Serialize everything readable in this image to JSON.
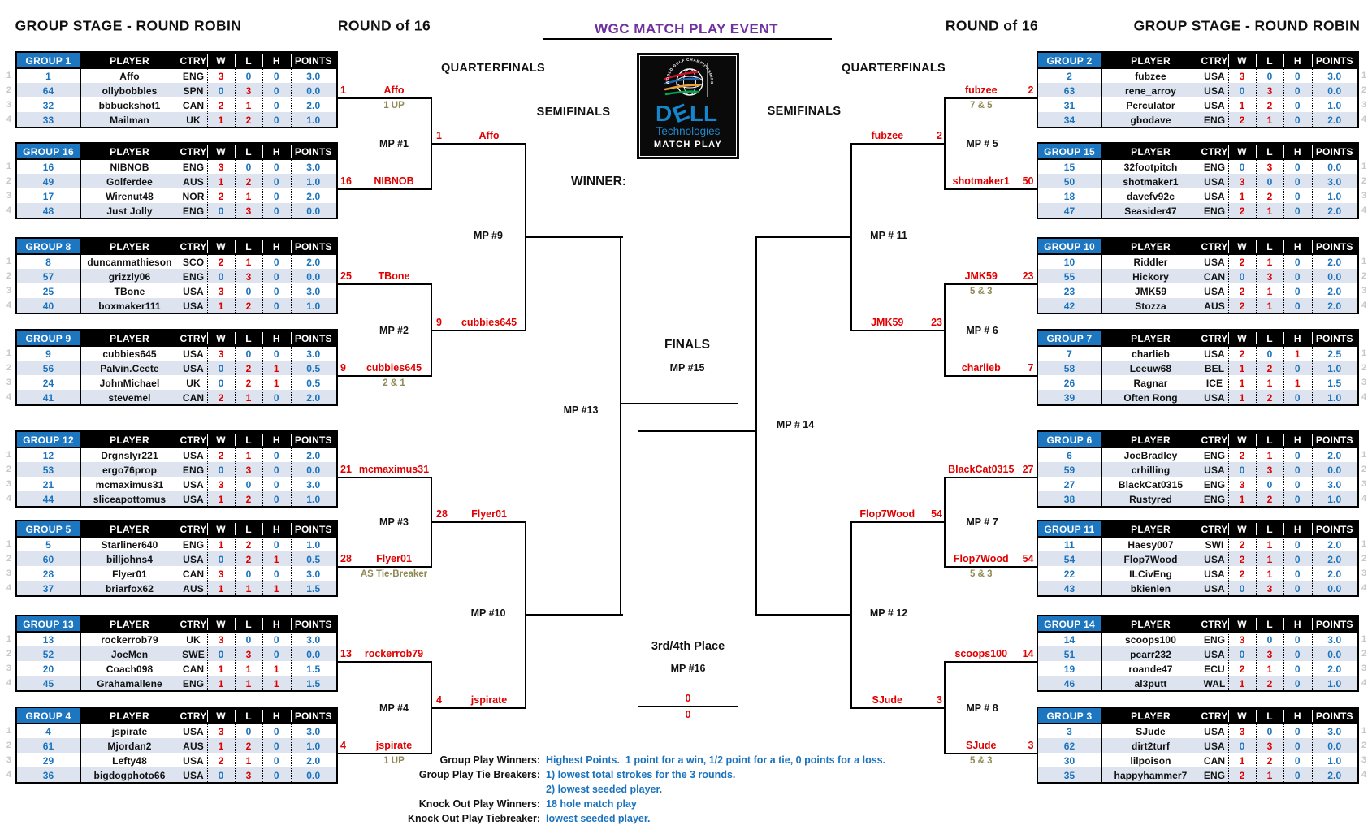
{
  "header": {
    "left_group_title": "GROUP STAGE - ROUND ROBIN",
    "left_round16": "ROUND of 16",
    "event_title": "WGC MATCH PLAY EVENT",
    "right_round16": "ROUND of 16",
    "right_group_title": "GROUP STAGE - ROUND ROBIN",
    "quarterfinals_left": "QUARTERFINALS",
    "quarterfinals_right": "QUARTERFINALS",
    "semifinals_left": "SEMIFINALS",
    "semifinals_right": "SEMIFINALS",
    "winner_label": "WINNER:"
  },
  "logo": {
    "arc_text": "WORLD GOLF CHAMPIONSHIPS",
    "dell": "DELL",
    "technologies": "Technologies",
    "match_play": "MATCH PLAY"
  },
  "table_headers": {
    "player": "PLAYER",
    "ctry": "CTRY",
    "w": "W",
    "l": "L",
    "h": "H",
    "points": "POINTS"
  },
  "rank_numbers": [
    "1",
    "2",
    "3",
    "4"
  ],
  "groups": [
    {
      "name": "GROUP 1",
      "side": "left",
      "slot": 0,
      "rows": [
        {
          "seed": "1",
          "player": "Affo",
          "ctry": "ENG",
          "w": "3",
          "l": "0",
          "h": "0",
          "points": "3.0"
        },
        {
          "seed": "64",
          "player": "ollybobbles",
          "ctry": "SPN",
          "w": "0",
          "l": "3",
          "h": "0",
          "points": "0.0"
        },
        {
          "seed": "32",
          "player": "bbbuckshot1",
          "ctry": "CAN",
          "w": "2",
          "l": "1",
          "h": "0",
          "points": "2.0"
        },
        {
          "seed": "33",
          "player": "Mailman",
          "ctry": "UK",
          "w": "1",
          "l": "2",
          "h": "0",
          "points": "1.0"
        }
      ]
    },
    {
      "name": "GROUP 16",
      "side": "left",
      "slot": 1,
      "rows": [
        {
          "seed": "16",
          "player": "NIBNOB",
          "ctry": "ENG",
          "w": "3",
          "l": "0",
          "h": "0",
          "points": "3.0"
        },
        {
          "seed": "49",
          "player": "Golferdee",
          "ctry": "AUS",
          "w": "1",
          "l": "2",
          "h": "0",
          "points": "1.0"
        },
        {
          "seed": "17",
          "player": "Wirenut48",
          "ctry": "NOR",
          "w": "2",
          "l": "1",
          "h": "0",
          "points": "2.0"
        },
        {
          "seed": "48",
          "player": "Just Jolly",
          "ctry": "ENG",
          "w": "0",
          "l": "3",
          "h": "0",
          "points": "0.0"
        }
      ]
    },
    {
      "name": "GROUP 8",
      "side": "left",
      "slot": 2,
      "rows": [
        {
          "seed": "8",
          "player": "duncanmathieson",
          "ctry": "SCO",
          "w": "2",
          "l": "1",
          "h": "0",
          "points": "2.0"
        },
        {
          "seed": "57",
          "player": "grizzly06",
          "ctry": "ENG",
          "w": "0",
          "l": "3",
          "h": "0",
          "points": "0.0"
        },
        {
          "seed": "25",
          "player": "TBone",
          "ctry": "USA",
          "w": "3",
          "l": "0",
          "h": "0",
          "points": "3.0"
        },
        {
          "seed": "40",
          "player": "boxmaker111",
          "ctry": "USA",
          "w": "1",
          "l": "2",
          "h": "0",
          "points": "1.0"
        }
      ]
    },
    {
      "name": "GROUP 9",
      "side": "left",
      "slot": 3,
      "rows": [
        {
          "seed": "9",
          "player": "cubbies645",
          "ctry": "USA",
          "w": "3",
          "l": "0",
          "h": "0",
          "points": "3.0"
        },
        {
          "seed": "56",
          "player": "Palvin.Ceete",
          "ctry": "USA",
          "w": "0",
          "l": "2",
          "h": "1",
          "points": "0.5"
        },
        {
          "seed": "24",
          "player": "JohnMichael",
          "ctry": "UK",
          "w": "0",
          "l": "2",
          "h": "1",
          "points": "0.5"
        },
        {
          "seed": "41",
          "player": "stevemel",
          "ctry": "CAN",
          "w": "2",
          "l": "1",
          "h": "0",
          "points": "2.0"
        }
      ]
    },
    {
      "name": "GROUP 12",
      "side": "left",
      "slot": 4,
      "rows": [
        {
          "seed": "12",
          "player": "Drgnslyr221",
          "ctry": "USA",
          "w": "2",
          "l": "1",
          "h": "0",
          "points": "2.0"
        },
        {
          "seed": "53",
          "player": "ergo76prop",
          "ctry": "ENG",
          "w": "0",
          "l": "3",
          "h": "0",
          "points": "0.0"
        },
        {
          "seed": "21",
          "player": "mcmaximus31",
          "ctry": "USA",
          "w": "3",
          "l": "0",
          "h": "0",
          "points": "3.0"
        },
        {
          "seed": "44",
          "player": "sliceapottomus",
          "ctry": "USA",
          "w": "1",
          "l": "2",
          "h": "0",
          "points": "1.0"
        }
      ]
    },
    {
      "name": "GROUP 5",
      "side": "left",
      "slot": 5,
      "rows": [
        {
          "seed": "5",
          "player": "Starliner640",
          "ctry": "ENG",
          "w": "1",
          "l": "2",
          "h": "0",
          "points": "1.0"
        },
        {
          "seed": "60",
          "player": "billjohns4",
          "ctry": "USA",
          "w": "0",
          "l": "2",
          "h": "1",
          "points": "0.5"
        },
        {
          "seed": "28",
          "player": "Flyer01",
          "ctry": "CAN",
          "w": "3",
          "l": "0",
          "h": "0",
          "points": "3.0"
        },
        {
          "seed": "37",
          "player": "briarfox62",
          "ctry": "AUS",
          "w": "1",
          "l": "1",
          "h": "1",
          "points": "1.5"
        }
      ]
    },
    {
      "name": "GROUP 13",
      "side": "left",
      "slot": 6,
      "rows": [
        {
          "seed": "13",
          "player": "rockerrob79",
          "ctry": "UK",
          "w": "3",
          "l": "0",
          "h": "0",
          "points": "3.0"
        },
        {
          "seed": "52",
          "player": "JoeMen",
          "ctry": "SWE",
          "w": "0",
          "l": "3",
          "h": "0",
          "points": "0.0"
        },
        {
          "seed": "20",
          "player": "Coach098",
          "ctry": "CAN",
          "w": "1",
          "l": "1",
          "h": "1",
          "points": "1.5"
        },
        {
          "seed": "45",
          "player": "Grahamallene",
          "ctry": "ENG",
          "w": "1",
          "l": "1",
          "h": "1",
          "points": "1.5"
        }
      ]
    },
    {
      "name": "GROUP 4",
      "side": "left",
      "slot": 7,
      "rows": [
        {
          "seed": "4",
          "player": "jspirate",
          "ctry": "USA",
          "w": "3",
          "l": "0",
          "h": "0",
          "points": "3.0"
        },
        {
          "seed": "61",
          "player": "Mjordan2",
          "ctry": "AUS",
          "w": "1",
          "l": "2",
          "h": "0",
          "points": "1.0"
        },
        {
          "seed": "29",
          "player": "Lefty48",
          "ctry": "USA",
          "w": "2",
          "l": "1",
          "h": "0",
          "points": "2.0"
        },
        {
          "seed": "36",
          "player": "bigdogphoto66",
          "ctry": "USA",
          "w": "0",
          "l": "3",
          "h": "0",
          "points": "0.0"
        }
      ]
    },
    {
      "name": "GROUP 2",
      "side": "right",
      "slot": 0,
      "rows": [
        {
          "seed": "2",
          "player": "fubzee",
          "ctry": "USA",
          "w": "3",
          "l": "0",
          "h": "0",
          "points": "3.0"
        },
        {
          "seed": "63",
          "player": "rene_arroy",
          "ctry": "USA",
          "w": "0",
          "l": "3",
          "h": "0",
          "points": "0.0"
        },
        {
          "seed": "31",
          "player": "Perculator",
          "ctry": "USA",
          "w": "1",
          "l": "2",
          "h": "0",
          "points": "1.0"
        },
        {
          "seed": "34",
          "player": "gbodave",
          "ctry": "ENG",
          "w": "2",
          "l": "1",
          "h": "0",
          "points": "2.0"
        }
      ]
    },
    {
      "name": "GROUP 15",
      "side": "right",
      "slot": 1,
      "rows": [
        {
          "seed": "15",
          "player": "32footpitch",
          "ctry": "ENG",
          "w": "0",
          "l": "3",
          "h": "0",
          "points": "0.0"
        },
        {
          "seed": "50",
          "player": "shotmaker1",
          "ctry": "USA",
          "w": "3",
          "l": "0",
          "h": "0",
          "points": "3.0"
        },
        {
          "seed": "18",
          "player": "davefv92c",
          "ctry": "USA",
          "w": "1",
          "l": "2",
          "h": "0",
          "points": "1.0"
        },
        {
          "seed": "47",
          "player": "Seasider47",
          "ctry": "ENG",
          "w": "2",
          "l": "1",
          "h": "0",
          "points": "2.0"
        }
      ]
    },
    {
      "name": "GROUP 10",
      "side": "right",
      "slot": 2,
      "rows": [
        {
          "seed": "10",
          "player": "Riddler",
          "ctry": "USA",
          "w": "2",
          "l": "1",
          "h": "0",
          "points": "2.0"
        },
        {
          "seed": "55",
          "player": "Hickory",
          "ctry": "CAN",
          "w": "0",
          "l": "3",
          "h": "0",
          "points": "0.0"
        },
        {
          "seed": "23",
          "player": "JMK59",
          "ctry": "USA",
          "w": "2",
          "l": "1",
          "h": "0",
          "points": "2.0"
        },
        {
          "seed": "42",
          "player": "Stozza",
          "ctry": "AUS",
          "w": "2",
          "l": "1",
          "h": "0",
          "points": "2.0"
        }
      ]
    },
    {
      "name": "GROUP 7",
      "side": "right",
      "slot": 3,
      "rows": [
        {
          "seed": "7",
          "player": "charlieb",
          "ctry": "USA",
          "w": "2",
          "l": "0",
          "h": "1",
          "points": "2.5"
        },
        {
          "seed": "58",
          "player": "Leeuw68",
          "ctry": "BEL",
          "w": "1",
          "l": "2",
          "h": "0",
          "points": "1.0"
        },
        {
          "seed": "26",
          "player": "Ragnar",
          "ctry": "ICE",
          "w": "1",
          "l": "1",
          "h": "1",
          "points": "1.5"
        },
        {
          "seed": "39",
          "player": "Often Rong",
          "ctry": "USA",
          "w": "1",
          "l": "2",
          "h": "0",
          "points": "1.0"
        }
      ]
    },
    {
      "name": "GROUP 6",
      "side": "right",
      "slot": 4,
      "rows": [
        {
          "seed": "6",
          "player": "JoeBradley",
          "ctry": "ENG",
          "w": "2",
          "l": "1",
          "h": "0",
          "points": "2.0"
        },
        {
          "seed": "59",
          "player": "crhilling",
          "ctry": "USA",
          "w": "0",
          "l": "3",
          "h": "0",
          "points": "0.0"
        },
        {
          "seed": "27",
          "player": "BlackCat0315",
          "ctry": "ENG",
          "w": "3",
          "l": "0",
          "h": "0",
          "points": "3.0"
        },
        {
          "seed": "38",
          "player": "Rustyred",
          "ctry": "ENG",
          "w": "1",
          "l": "2",
          "h": "0",
          "points": "1.0"
        }
      ]
    },
    {
      "name": "GROUP 11",
      "side": "right",
      "slot": 5,
      "rows": [
        {
          "seed": "11",
          "player": "Haesy007",
          "ctry": "SWI",
          "w": "2",
          "l": "1",
          "h": "0",
          "points": "2.0"
        },
        {
          "seed": "54",
          "player": "Flop7Wood",
          "ctry": "USA",
          "w": "2",
          "l": "1",
          "h": "0",
          "points": "2.0"
        },
        {
          "seed": "22",
          "player": "ILCivEng",
          "ctry": "USA",
          "w": "2",
          "l": "1",
          "h": "0",
          "points": "2.0"
        },
        {
          "seed": "43",
          "player": "bkienlen",
          "ctry": "USA",
          "w": "0",
          "l": "3",
          "h": "0",
          "points": "0.0"
        }
      ]
    },
    {
      "name": "GROUP 14",
      "side": "right",
      "slot": 6,
      "rows": [
        {
          "seed": "14",
          "player": "scoops100",
          "ctry": "ENG",
          "w": "3",
          "l": "0",
          "h": "0",
          "points": "3.0"
        },
        {
          "seed": "51",
          "player": "pcarr232",
          "ctry": "USA",
          "w": "0",
          "l": "3",
          "h": "0",
          "points": "0.0"
        },
        {
          "seed": "19",
          "player": "roande47",
          "ctry": "ECU",
          "w": "2",
          "l": "1",
          "h": "0",
          "points": "2.0"
        },
        {
          "seed": "46",
          "player": "al3putt",
          "ctry": "WAL",
          "w": "1",
          "l": "2",
          "h": "0",
          "points": "1.0"
        }
      ]
    },
    {
      "name": "GROUP 3",
      "side": "right",
      "slot": 7,
      "rows": [
        {
          "seed": "3",
          "player": "SJude",
          "ctry": "USA",
          "w": "3",
          "l": "0",
          "h": "0",
          "points": "3.0"
        },
        {
          "seed": "62",
          "player": "dirt2turf",
          "ctry": "USA",
          "w": "0",
          "l": "3",
          "h": "0",
          "points": "0.0"
        },
        {
          "seed": "30",
          "player": "lilpoison",
          "ctry": "CAN",
          "w": "1",
          "l": "2",
          "h": "0",
          "points": "1.0"
        },
        {
          "seed": "35",
          "player": "happyhammer7",
          "ctry": "ENG",
          "w": "2",
          "l": "1",
          "h": "0",
          "points": "2.0"
        }
      ]
    }
  ],
  "bracket": {
    "round_of_16": [
      {
        "id": "MP #1",
        "side": "left",
        "slot": 0,
        "p1_seed": "1",
        "p1": "Affo",
        "p2_seed": "16",
        "p2": "NIBNOB",
        "winner_seed": "1",
        "winner": "Affo",
        "result": "1 UP"
      },
      {
        "id": "MP #2",
        "side": "left",
        "slot": 1,
        "p1_seed": "25",
        "p1": "TBone",
        "p2_seed": "9",
        "p2": "cubbies645",
        "winner_seed": "9",
        "winner": "cubbies645",
        "result": "2 & 1"
      },
      {
        "id": "MP #3",
        "side": "left",
        "slot": 2,
        "p1_seed": "21",
        "p1": "mcmaximus31",
        "p2_seed": "28",
        "p2": "Flyer01",
        "winner_seed": "28",
        "winner": "Flyer01",
        "result": "AS Tie-Breaker"
      },
      {
        "id": "MP #4",
        "side": "left",
        "slot": 3,
        "p1_seed": "13",
        "p1": "rockerrob79",
        "p2_seed": "4",
        "p2": "jspirate",
        "winner_seed": "4",
        "winner": "jspirate",
        "result": "1 UP"
      },
      {
        "id": "MP # 5",
        "side": "right",
        "slot": 0,
        "p1_seed": "2",
        "p1": "fubzee",
        "p2_seed": "50",
        "p2": "shotmaker1",
        "winner_seed": "2",
        "winner": "fubzee",
        "result": "7 & 5"
      },
      {
        "id": "MP # 6",
        "side": "right",
        "slot": 1,
        "p1_seed": "23",
        "p1": "JMK59",
        "p2_seed": "7",
        "p2": "charlieb",
        "winner_seed": "23",
        "winner": "JMK59",
        "result": "5 & 3"
      },
      {
        "id": "MP # 7",
        "side": "right",
        "slot": 2,
        "p1_seed": "27",
        "p1": "BlackCat0315",
        "p2_seed": "54",
        "p2": "Flop7Wood",
        "winner_seed": "54",
        "winner": "Flop7Wood",
        "result": "5 & 3"
      },
      {
        "id": "MP # 8",
        "side": "right",
        "slot": 3,
        "p1_seed": "14",
        "p1": "scoops100",
        "p2_seed": "3",
        "p2": "SJude",
        "winner_seed": "3",
        "winner": "SJude",
        "result": "5 & 3"
      }
    ],
    "quarterfinals": [
      {
        "id": "MP #9",
        "side": "left",
        "slot": 0
      },
      {
        "id": "MP #10",
        "side": "left",
        "slot": 1
      },
      {
        "id": "MP # 11",
        "side": "right",
        "slot": 0
      },
      {
        "id": "MP # 12",
        "side": "right",
        "slot": 1
      }
    ],
    "semifinals": [
      {
        "id": "MP #13",
        "side": "left"
      },
      {
        "id": "MP # 14",
        "side": "right"
      }
    ],
    "finals": {
      "title": "FINALS",
      "id": "MP #15"
    },
    "third_place": {
      "title": "3rd/4th Place",
      "id": "MP #16",
      "score_top": "0",
      "score_bottom": "0"
    }
  },
  "legend": [
    {
      "label": "Group Play Winners:",
      "value": "Highest Points.  1 point for a win, 1/2 point for a tie, 0 points for a loss."
    },
    {
      "label": "Group Play Tie Breakers:",
      "value": "1) lowest total strokes for the 3 rounds."
    },
    {
      "label": "",
      "value": "2) lowest seeded player."
    },
    {
      "label": "Knock Out Play Winners:",
      "value": "18 hole match play"
    },
    {
      "label": "Knock Out Play Tiebreaker:",
      "value": "lowest seeded player."
    }
  ],
  "colors": {
    "blue_text": "#1b73be",
    "group_header_blue": "#1c76c0",
    "row_alt": "#dde4ef",
    "red_text": "#e00000",
    "khaki_result": "#8f8a55",
    "purple_title": "#70309f",
    "rank_gray": "#c8c8c8",
    "dell_blue": "#1486cc"
  }
}
